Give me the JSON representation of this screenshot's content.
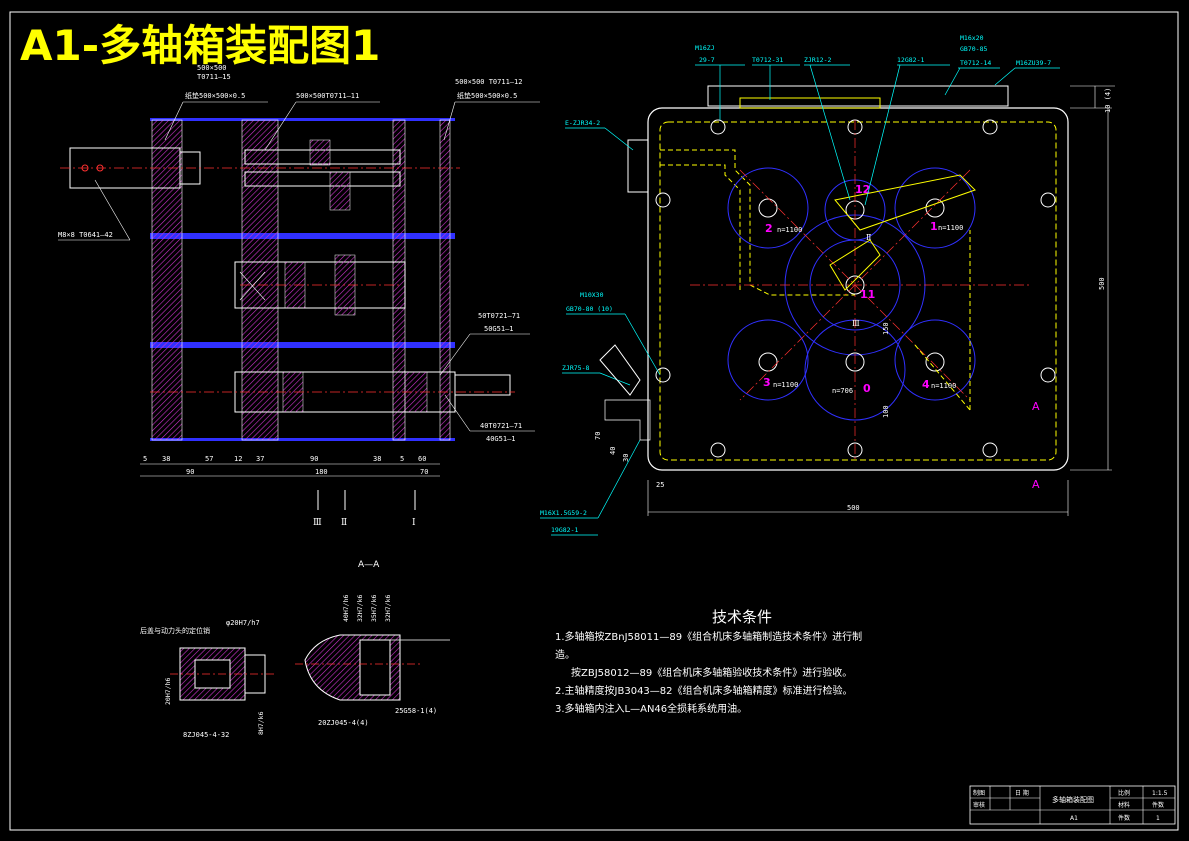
{
  "title": "A1-多轴箱装配图1",
  "colors": {
    "yellow": "#ffff00",
    "white": "#ffffff",
    "blue": "#3030ff",
    "magenta": "#ff00ff",
    "red": "#ff3030",
    "cyan": "#00ffff",
    "hatch": "#cc33cc",
    "green": "#00ff00"
  },
  "left_view": {
    "labels": {
      "top1": "500×500",
      "top2": "T0711—15",
      "top3": "纸垫500×500×0.5",
      "mid": "500×500T0711—11",
      "right1": "500×500 T0711—12",
      "right2": "纸垫500×500×0.5",
      "m8": "M8×8 T0641—42",
      "r1": "50T0721—71",
      "r2": "50G51—1",
      "r3": "40T0721—71",
      "r4": "40G51—1"
    },
    "dims": [
      "5",
      "38",
      "57",
      "12",
      "37",
      "90",
      "38",
      "5",
      "60",
      "90",
      "180",
      "70"
    ],
    "shafts": [
      "Ⅲ",
      "Ⅱ",
      "Ⅰ"
    ]
  },
  "right_view": {
    "callouts": [
      "M16ZJ",
      "29-7",
      "T0712-31",
      "ZJR12-2",
      "12G82-1",
      "M16x20",
      "GB70-85",
      "T0712-14",
      "M16ZU39-7",
      "E-ZJR34-2",
      "M10X30",
      "GB70-80 (10)",
      "ZJR75-8",
      "M16X1.5G59-2",
      "19G82-1"
    ],
    "numbers": {
      "n12": "12",
      "n2": "2",
      "n1": "1",
      "n3": "3",
      "n4": "4",
      "n0": "0",
      "n11": "11"
    },
    "speeds": {
      "s2": "n=1100",
      "s1": "n=1100",
      "s3": "n=1100",
      "s4": "n=1100",
      "s0": "n=706"
    },
    "romans": {
      "r2": "Ⅱ",
      "r3": "Ⅲ"
    },
    "dims": {
      "w": "500",
      "h": "500",
      "d25": "25",
      "d30": "30",
      "d40": "40",
      "d70": "70",
      "d100": "100",
      "d150": "150",
      "d10": "10 (4)"
    },
    "section_marks": [
      "A",
      "A"
    ]
  },
  "section": {
    "title": "A—A",
    "left_label": "后盖与动力头的定位销",
    "fit": "φ20H7/h7",
    "lbl1": "20H7/h6",
    "lbl2": "8H7/k6",
    "lbl3": "8ZJ045-4-32",
    "lbl4": "20ZJ045-4(4)",
    "lbl5": "25G58-1(4)",
    "verts": [
      "40H7/h6",
      "32H7/k6",
      "35H7/k6",
      "32H7/k6"
    ]
  },
  "tech": {
    "heading": "技术条件",
    "l1": "1.多轴箱按ZBnJ58011—89《组合机床多轴箱制造技术条件》进行制",
    "l2": "造。",
    "l3": "按ZBJ58012—89《组合机床多轴箱验收技术条件》进行验收。",
    "l4": "2.主轴精度按JB3043—82《组合机床多轴箱精度》标准进行检验。",
    "l5": "3.多轴箱内注入L—AN46全损耗系统用油。"
  },
  "title_block": {
    "c1": "制图",
    "c2": "审核",
    "c3": "日 期",
    "c4": "多轴箱装配图",
    "c5": "比例",
    "c6": "1:1.5",
    "c7": "材料",
    "c8": "件数",
    "c9": "A1",
    "c10": "件数",
    "c11": "1"
  }
}
